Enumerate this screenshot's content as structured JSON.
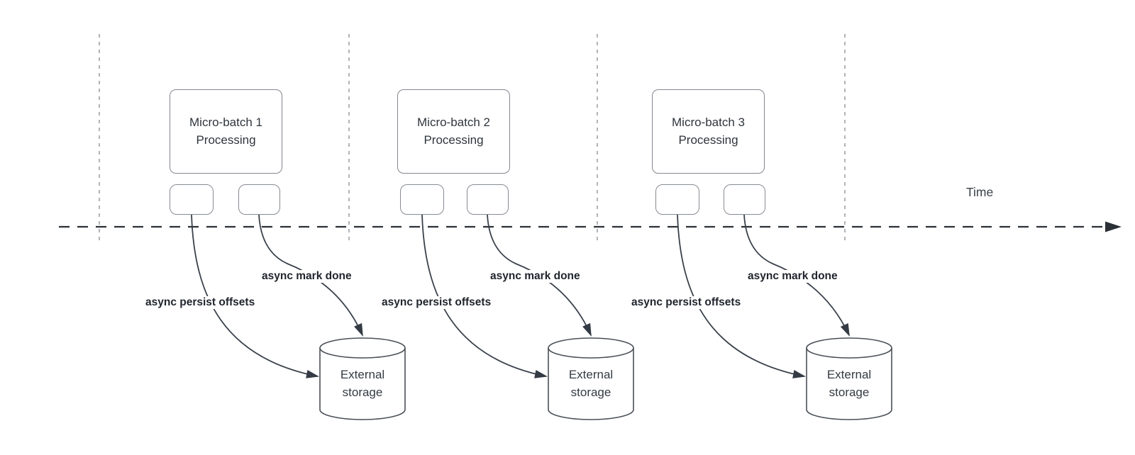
{
  "time_axis": {
    "label": "Time"
  },
  "groups": [
    {
      "title_line1": "Micro-batch 1",
      "title_line2": "Processing",
      "persist_label": "async persist offsets",
      "mark_done_label": "async mark done",
      "storage_line1": "External",
      "storage_line2": "storage"
    },
    {
      "title_line1": "Micro-batch 2",
      "title_line2": "Processing",
      "persist_label": "async persist offsets",
      "mark_done_label": "async mark done",
      "storage_line1": "External",
      "storage_line2": "storage"
    },
    {
      "title_line1": "Micro-batch 3",
      "title_line2": "Processing",
      "persist_label": "async persist offsets",
      "mark_done_label": "async mark done",
      "storage_line1": "External",
      "storage_line2": "storage"
    }
  ],
  "colors": {
    "background": "#ffffff",
    "shape_border": "#83878e",
    "cylinder_border": "#4a4f56",
    "arrow_stroke": "#3a414b",
    "timeline_stroke": "#2b3037",
    "grid_dash": "#a9acb2",
    "box_text": "#2f353d",
    "label_text": "#1f242c"
  }
}
